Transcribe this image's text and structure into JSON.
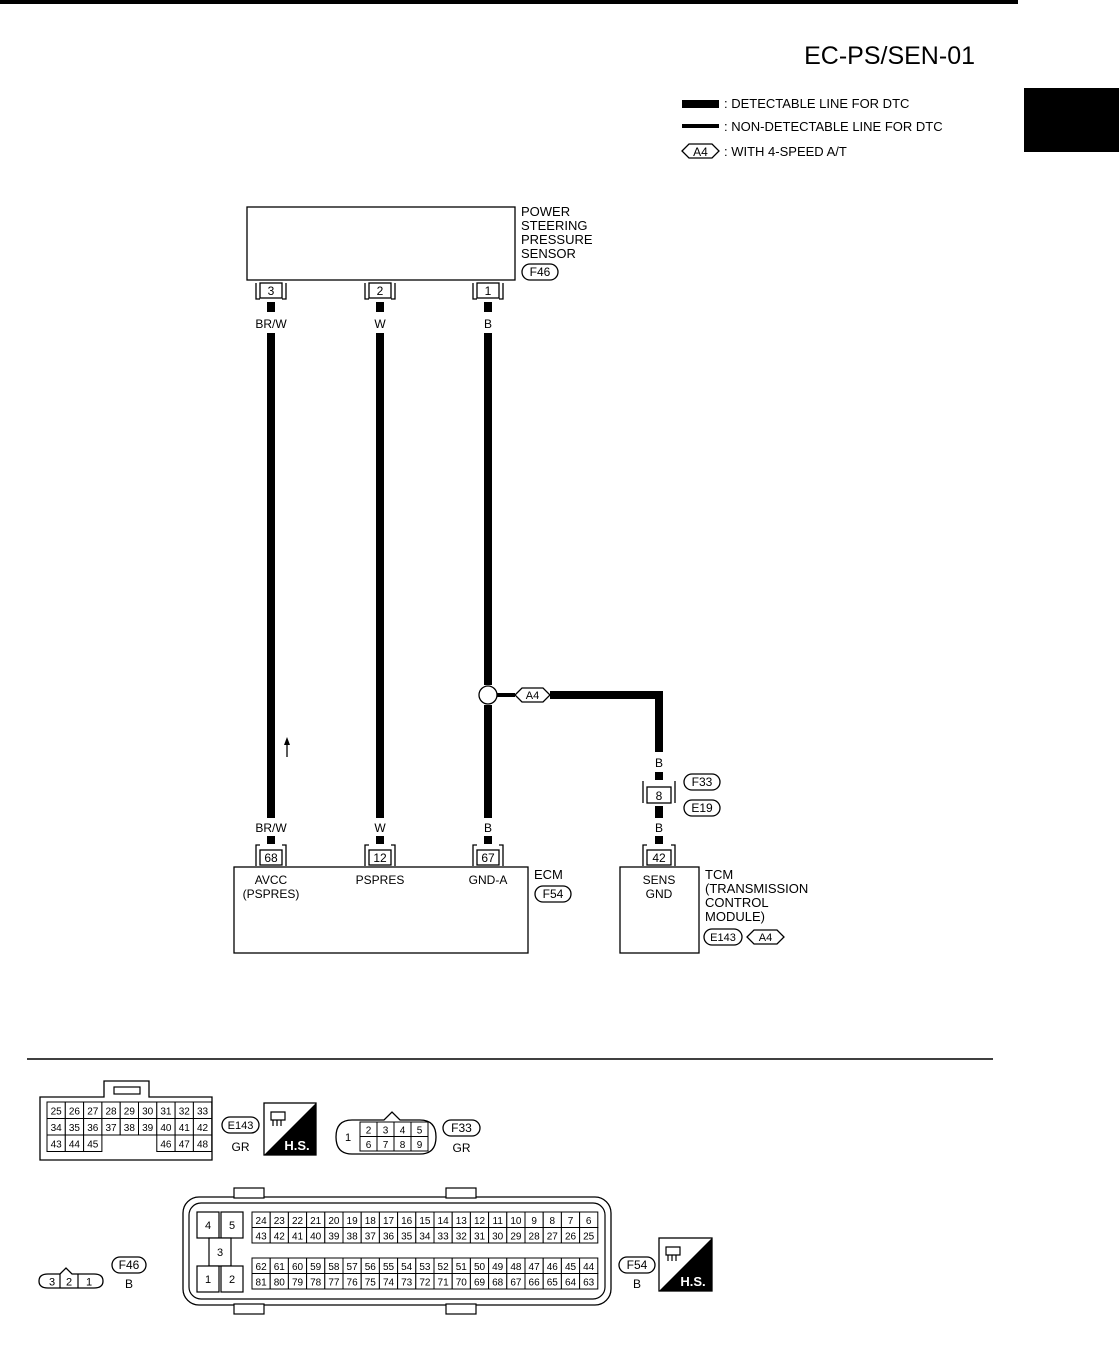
{
  "page_title": "EC-PS/SEN-01",
  "legend": {
    "detectable": ": DETECTABLE LINE FOR DTC",
    "non_detectable": ": NON-DETECTABLE LINE FOR DTC",
    "option_code": "A4",
    "option_text": ": WITH 4-SPEED A/T"
  },
  "sensor": {
    "name_lines": [
      "POWER",
      "STEERING",
      "PRESSURE",
      "SENSOR"
    ],
    "connector": "F46",
    "pins": [
      "3",
      "2",
      "1"
    ],
    "wire_colors": [
      "BR/W",
      "W",
      "B"
    ]
  },
  "ecm": {
    "name": "ECM",
    "connector": "F54",
    "pins": [
      "68",
      "12",
      "67"
    ],
    "wire_colors": [
      "BR/W",
      "W",
      "B"
    ],
    "terminal_labels": [
      [
        "AVCC",
        "(PSPRES)"
      ],
      [
        "PSPRES"
      ],
      [
        "GND-A"
      ]
    ]
  },
  "splice_option": "A4",
  "joint": {
    "wire_color_top": "B",
    "pin": "8",
    "connector_top": "F33",
    "connector_bottom": "E19",
    "wire_color_bottom": "B"
  },
  "tcm": {
    "pin": "42",
    "terminal_label": [
      "SENS",
      "GND"
    ],
    "name_lines": [
      "TCM",
      "(TRANSMISSION",
      "CONTROL",
      "MODULE)"
    ],
    "connector": "E143",
    "option": "A4"
  },
  "connector_views": {
    "e143": {
      "id": "E143",
      "color": "GR",
      "badge": "H.S.",
      "rows": [
        [
          "25",
          "26",
          "27",
          "28",
          "29",
          "30",
          "31",
          "32",
          "33"
        ],
        [
          "34",
          "35",
          "36",
          "37",
          "38",
          "39",
          "40",
          "41",
          "42"
        ],
        [
          "43",
          "44",
          "45",
          "46",
          "47",
          "48"
        ]
      ]
    },
    "f33": {
      "id": "F33",
      "color": "GR",
      "left_pin": "1",
      "top_row": [
        "2",
        "3",
        "4",
        "5"
      ],
      "bottom_row": [
        "6",
        "7",
        "8",
        "9"
      ]
    },
    "f46": {
      "id": "F46",
      "color": "B",
      "pins": [
        "3",
        "2",
        "1"
      ]
    },
    "f54": {
      "id": "F54",
      "color": "B",
      "badge": "H.S.",
      "left_block": [
        "4",
        "5",
        "3",
        "1",
        "2"
      ],
      "rows": [
        [
          "24",
          "23",
          "22",
          "21",
          "20",
          "19",
          "18",
          "17",
          "16",
          "15",
          "14",
          "13",
          "12",
          "11",
          "10",
          "9",
          "8",
          "7",
          "6"
        ],
        [
          "43",
          "42",
          "41",
          "40",
          "39",
          "38",
          "37",
          "36",
          "35",
          "34",
          "33",
          "32",
          "31",
          "30",
          "29",
          "28",
          "27",
          "26",
          "25"
        ],
        [
          "62",
          "61",
          "60",
          "59",
          "58",
          "57",
          "56",
          "55",
          "54",
          "53",
          "52",
          "51",
          "50",
          "49",
          "48",
          "47",
          "46",
          "45",
          "44"
        ],
        [
          "81",
          "80",
          "79",
          "78",
          "77",
          "76",
          "75",
          "74",
          "73",
          "72",
          "71",
          "70",
          "69",
          "68",
          "67",
          "66",
          "65",
          "64",
          "63"
        ]
      ]
    }
  }
}
